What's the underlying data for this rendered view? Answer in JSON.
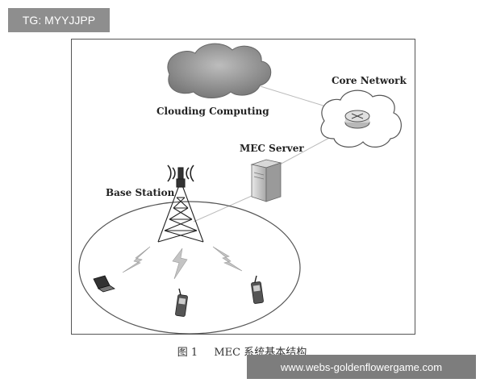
{
  "watermark_top": "TG: MYYJJPP",
  "watermark_bottom": "www.webs-goldenflowergame.com",
  "labels": {
    "cloud": "Clouding Computing",
    "core": "Core Network",
    "mec": "MEC Server",
    "base": "Base Station"
  },
  "caption": {
    "figure": "图 1",
    "title": "MEC 系统基本结构"
  },
  "icons": [
    "cloud-icon",
    "router-icon",
    "server-icon",
    "tower-icon",
    "laptop-icon",
    "phone-icon",
    "lightning-icon"
  ]
}
